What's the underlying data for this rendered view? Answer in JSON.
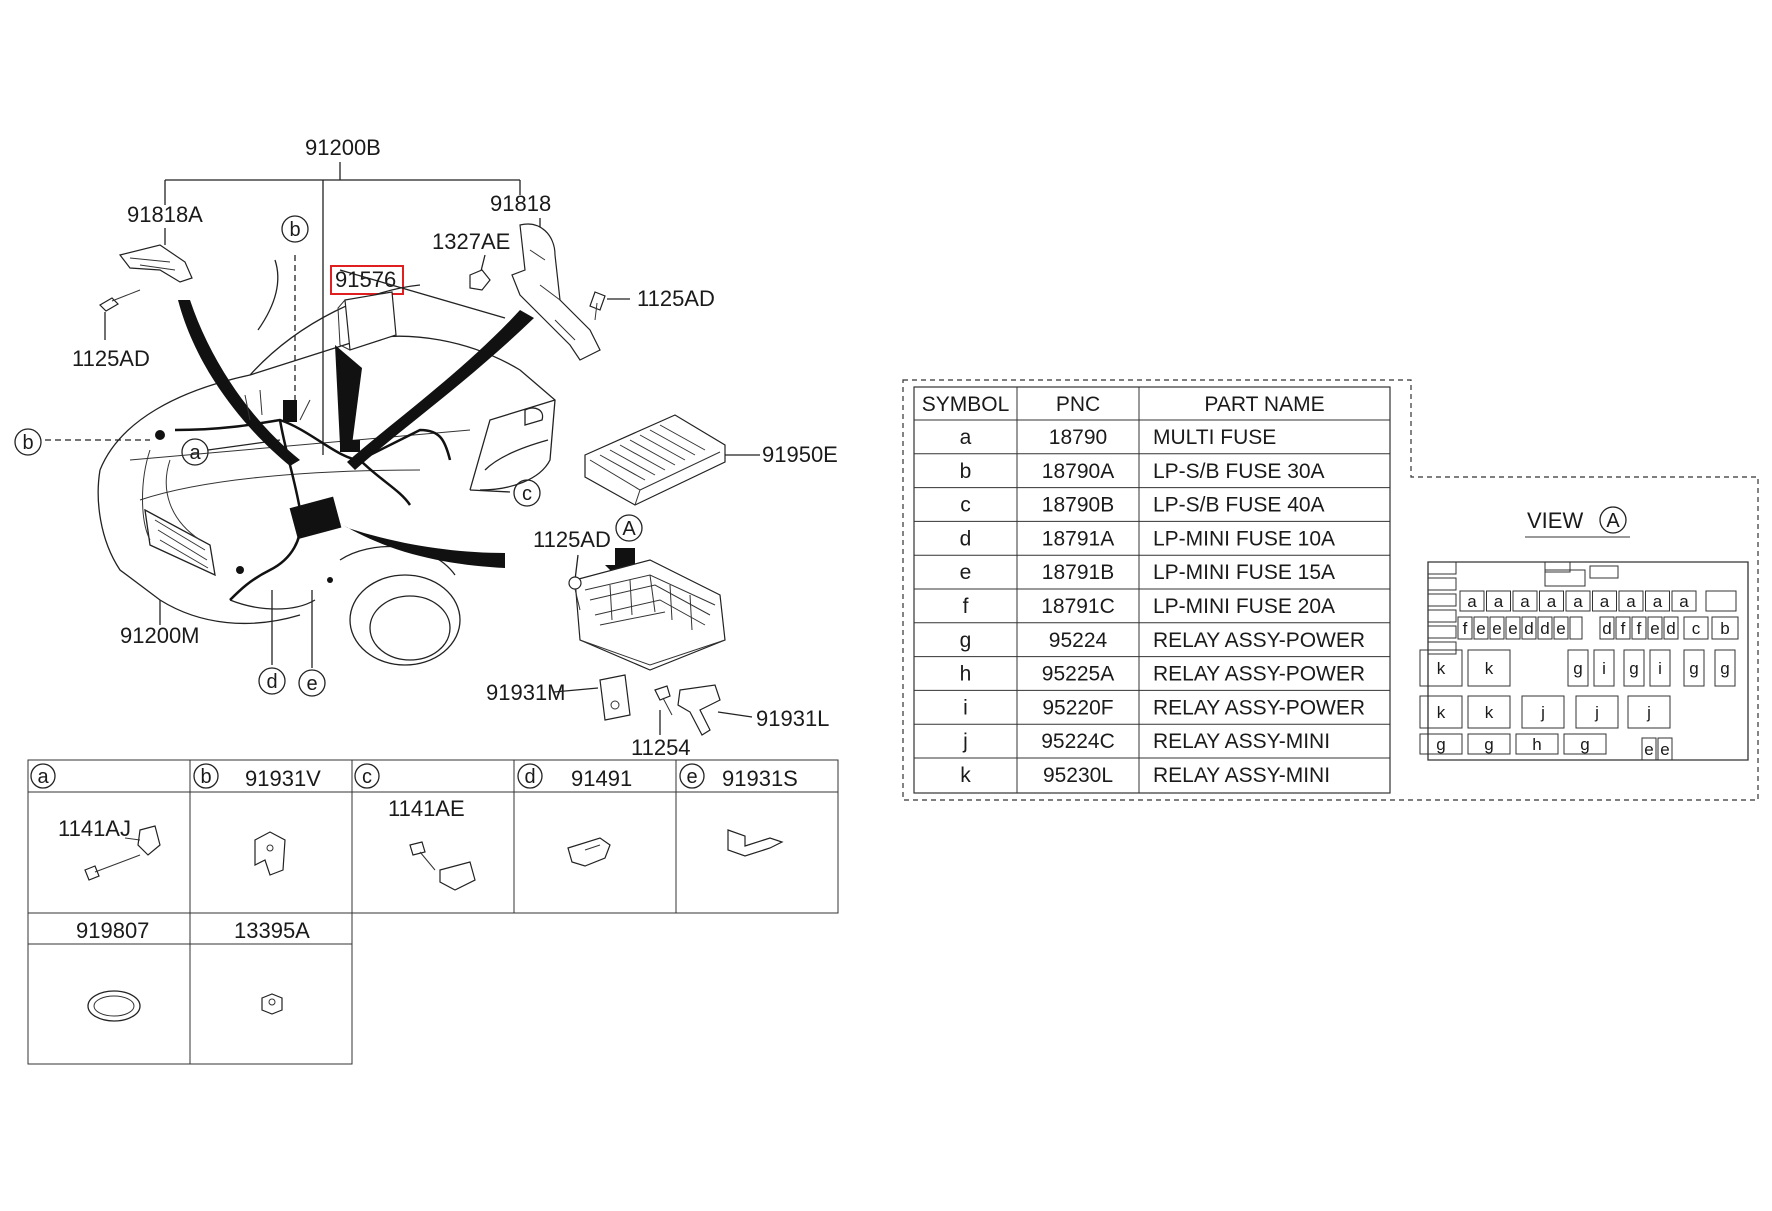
{
  "callouts": {
    "p91200B": "91200B",
    "p91818A": "91818A",
    "p91818": "91818",
    "p1327AE": "1327AE",
    "p91576": "91576",
    "p1125AD_a": "1125AD",
    "p1125AD_b": "1125AD",
    "p1125AD_c": "1125AD",
    "p91950E": "91950E",
    "p91200M": "91200M",
    "p91931M": "91931M",
    "p91931L": "91931L",
    "p11254": "11254"
  },
  "highlight_color": "#e02020",
  "circle_refs": {
    "b_top": "b",
    "b_left": "b",
    "a": "a",
    "c": "c",
    "d": "d",
    "e": "e",
    "view_A": "A"
  },
  "detail_grid": {
    "cells": [
      {
        "letter": "a",
        "header": "",
        "part": "1141AJ"
      },
      {
        "letter": "b",
        "header": "91931V",
        "part": ""
      },
      {
        "letter": "c",
        "header": "",
        "part": "1141AE"
      },
      {
        "letter": "d",
        "header": "91491",
        "part": ""
      },
      {
        "letter": "e",
        "header": "91931S",
        "part": ""
      }
    ],
    "bottom": [
      {
        "header": "919807"
      },
      {
        "header": "13395A"
      }
    ]
  },
  "table": {
    "headers": [
      "SYMBOL",
      "PNC",
      "PART NAME"
    ],
    "rows": [
      [
        "a",
        "18790",
        "MULTI FUSE"
      ],
      [
        "b",
        "18790A",
        "LP-S/B FUSE 30A"
      ],
      [
        "c",
        "18790B",
        "LP-S/B FUSE 40A"
      ],
      [
        "d",
        "18791A",
        "LP-MINI FUSE 10A"
      ],
      [
        "e",
        "18791B",
        "LP-MINI FUSE 15A"
      ],
      [
        "f",
        "18791C",
        "LP-MINI FUSE 20A"
      ],
      [
        "g",
        "95224",
        "RELAY ASSY-POWER"
      ],
      [
        "h",
        "95225A",
        "RELAY ASSY-POWER"
      ],
      [
        "i",
        "95220F",
        "RELAY ASSY-POWER"
      ],
      [
        "j",
        "95224C",
        "RELAY ASSY-MINI"
      ],
      [
        "k",
        "95230L",
        "RELAY ASSY-MINI"
      ]
    ]
  },
  "view": {
    "title": "VIEW",
    "letter": "A",
    "row_a": [
      "a",
      "a",
      "a",
      "a",
      "a",
      "a",
      "a",
      "a",
      "a"
    ],
    "row_f": [
      "f",
      "e",
      "e",
      "e",
      "d",
      "d",
      "e",
      "",
      "d",
      "f",
      "f",
      "e",
      "d",
      "c",
      "b"
    ],
    "row_k1": [
      "k",
      "k",
      "g",
      "i",
      "g",
      "i",
      "g",
      "g"
    ],
    "row_k2": [
      "k",
      "k",
      "j",
      "j",
      "j"
    ],
    "row_g": [
      "g",
      "g",
      "h",
      "g",
      "e",
      "e"
    ]
  }
}
